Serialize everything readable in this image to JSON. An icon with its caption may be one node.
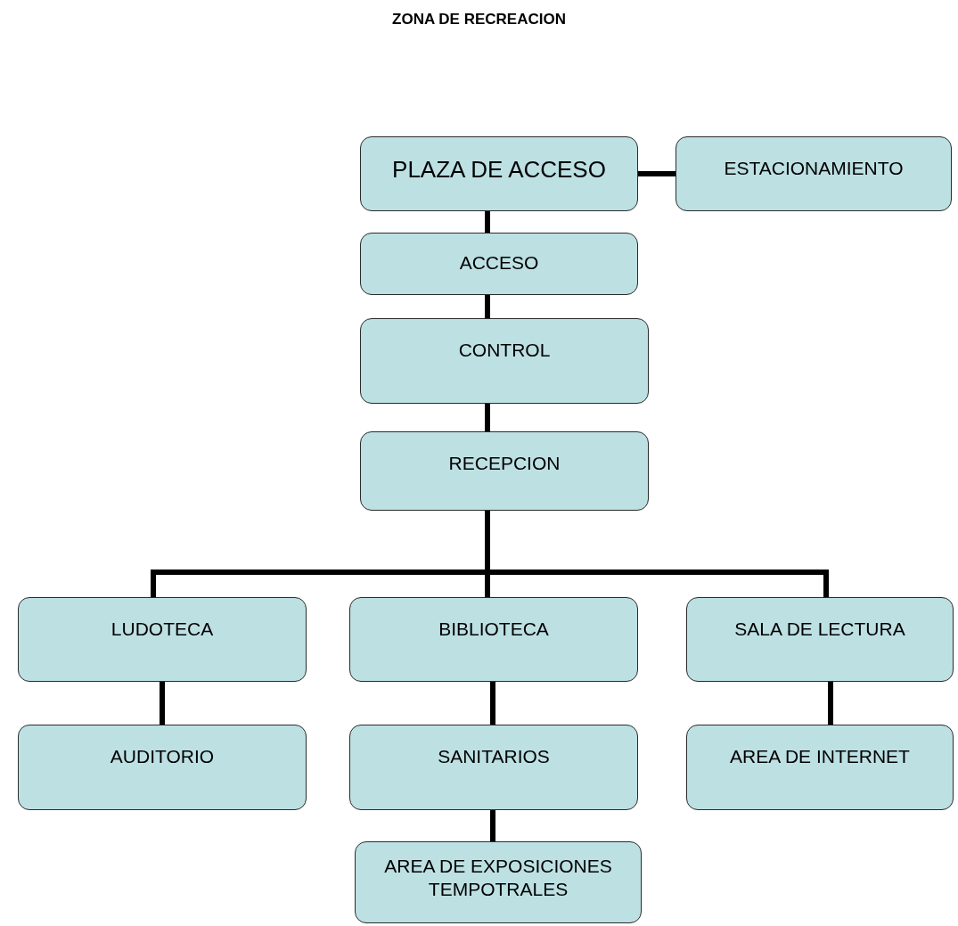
{
  "diagram": {
    "title": "ZONA DE RECREACION",
    "nodes": [
      {
        "text": [
          "PLAZA DE ACCESO"
        ]
      },
      {
        "text": [
          "ESTACIONAMIENTO"
        ]
      },
      {
        "text": [
          "ACCESO"
        ]
      },
      {
        "text": [
          "CONTROL"
        ]
      },
      {
        "text": [
          "RECEPCION"
        ]
      },
      {
        "text": [
          "LUDOTECA"
        ]
      },
      {
        "text": [
          "BIBLIOTECA"
        ]
      },
      {
        "text": [
          "SALA DE LECTURA"
        ]
      },
      {
        "text": [
          "AUDITORIO"
        ]
      },
      {
        "text": [
          "SANITARIOS"
        ]
      },
      {
        "text": [
          "AREA DE INTERNET"
        ]
      },
      {
        "text": [
          "AREA DE EXPOSICIONES TEMPOTRALES"
        ]
      }
    ],
    "edges": [
      {
        "from": 0,
        "to": 1,
        "arrow": "none"
      },
      {
        "from": 0,
        "to": 2,
        "arrow": "none"
      },
      {
        "from": 2,
        "to": 3,
        "arrow": "none"
      },
      {
        "from": 3,
        "to": 4,
        "arrow": "none"
      },
      {
        "from": 4,
        "to": 5,
        "arrow": "none"
      },
      {
        "from": 4,
        "to": 6,
        "arrow": "none"
      },
      {
        "from": 4,
        "to": 7,
        "arrow": "none"
      },
      {
        "from": 5,
        "to": 8,
        "arrow": "none"
      },
      {
        "from": 6,
        "to": 9,
        "arrow": "none"
      },
      {
        "from": 7,
        "to": 10,
        "arrow": "none"
      },
      {
        "from": 9,
        "to": 11,
        "arrow": "none"
      }
    ]
  }
}
